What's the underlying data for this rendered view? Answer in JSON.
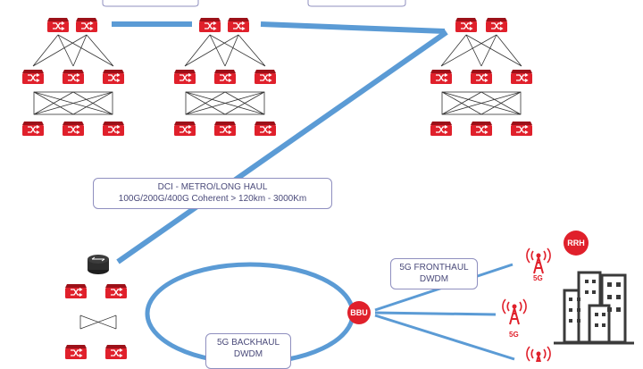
{
  "labels": {
    "dci_line1": "DCI - METRO/LONG HAUL",
    "dci_line2": "100G/200G/400G Coherent > 120km - 3000Km",
    "fronthaul_line1": "5G FRONTHAUL",
    "fronthaul_line2": "DWDM",
    "backhaul_line1": "5G BACKHAUL",
    "backhaul_line2": "DWDM",
    "bbu": "BBU",
    "rrh": "RRH",
    "tower_tag": "5G"
  },
  "colors": {
    "link": "#5b9bd5",
    "switch_red": "#e0202b",
    "switch_dark": "#9c1119",
    "router": "#2d2d2d",
    "building": "#3a3a3a"
  },
  "icons": [
    "switch-icon",
    "router-icon",
    "cell-tower-icon",
    "building-icon"
  ]
}
